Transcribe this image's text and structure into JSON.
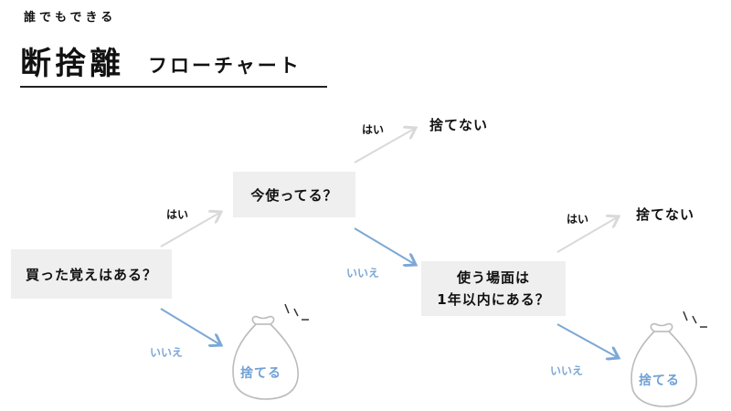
{
  "header": {
    "subtitle": "誰でもできる",
    "title": "断捨離",
    "title_suffix": "フローチャート"
  },
  "questions": {
    "q1": "買った覚えはある？",
    "q2": "今使ってる？",
    "q3_line1": "使う場面は",
    "q3_line2_em": "1年以内",
    "q3_line2_rest": "にある？"
  },
  "answers": {
    "yes": "はい",
    "no": "いいえ"
  },
  "results": {
    "keep": "捨てない",
    "discard": "捨てる"
  },
  "colors": {
    "no_line": "#7ca8d6",
    "yes_line": "#d9d9d9",
    "box_bg": "#efefef",
    "accent_blue": "#6fa0d4"
  }
}
